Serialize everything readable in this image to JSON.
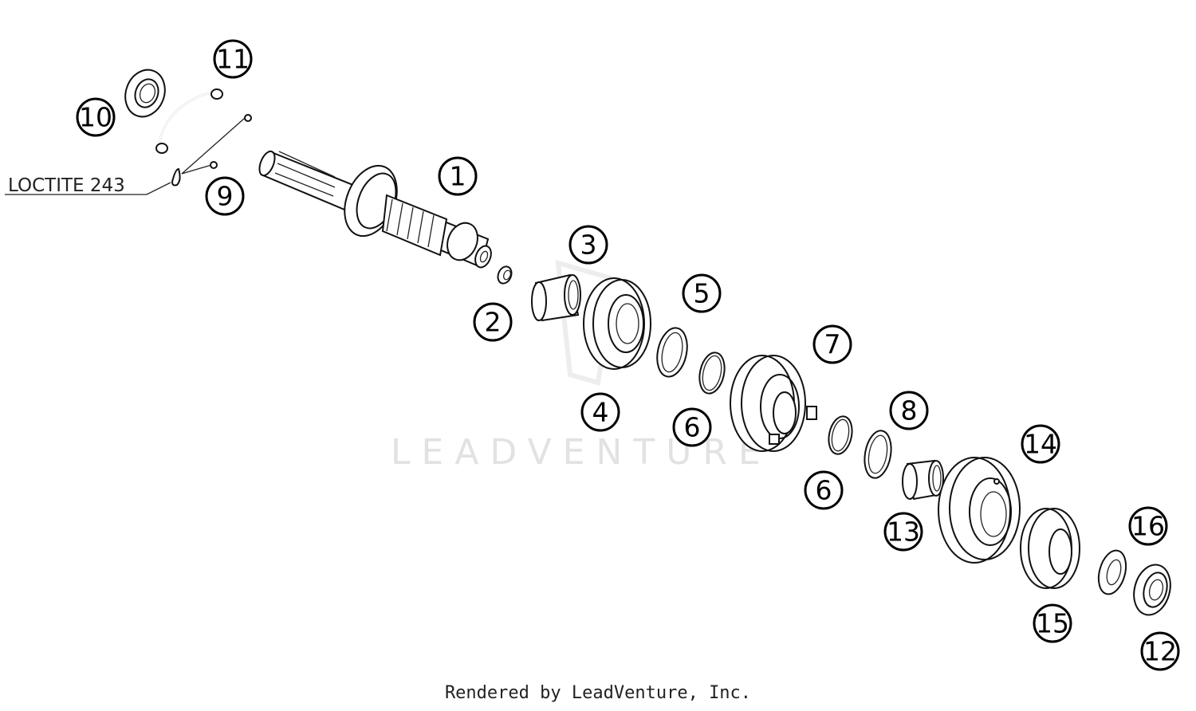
{
  "note": {
    "text": "LOCTITE 243"
  },
  "watermark": "LEADVENTURE",
  "credit": "Rendered by LeadVenture, Inc.",
  "callouts": [
    "1",
    "2",
    "3",
    "4",
    "5",
    "6",
    "7",
    "6",
    "8",
    "9",
    "10",
    "11",
    "12",
    "13",
    "14",
    "15",
    "16"
  ]
}
